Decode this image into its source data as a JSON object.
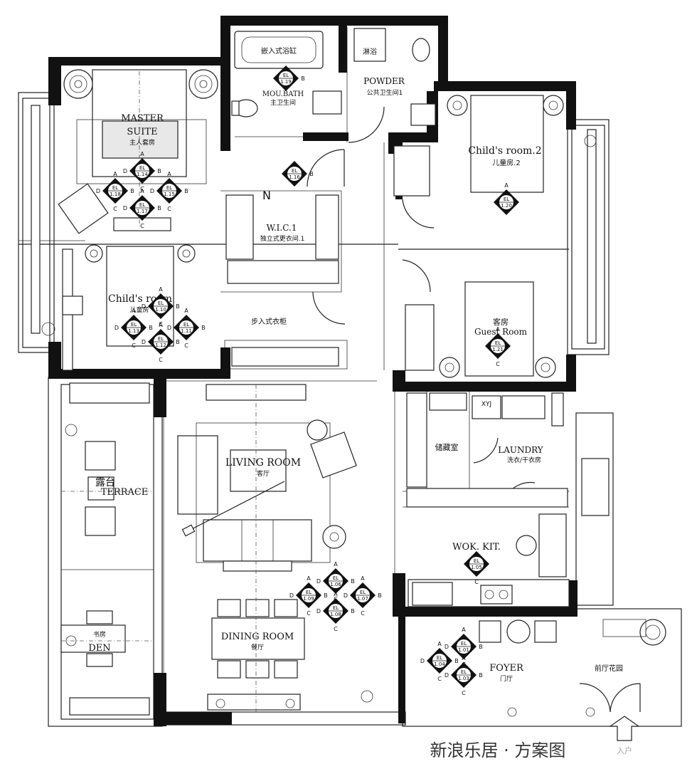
{
  "rooms": [
    {
      "key": "master",
      "en": "MASTER",
      "en2": "SUITE",
      "cn": "主人套房"
    },
    {
      "key": "moubath",
      "en": "MOU.BATH",
      "cn": "主卫生间",
      "fixture": "嵌入式浴缸"
    },
    {
      "key": "powder",
      "en": "POWDER",
      "cn": "公共卫生间1",
      "fixture": "淋浴"
    },
    {
      "key": "child2",
      "en": "Child's room.2",
      "cn": "儿童房.2"
    },
    {
      "key": "wic",
      "en": "W.I.C.1",
      "cn": "独立式更衣间.1",
      "closet": "步入式衣柜"
    },
    {
      "key": "child",
      "en": "Child's room",
      "cn": "儿童房"
    },
    {
      "key": "guest",
      "en": "Guest Room",
      "cn": "客房"
    },
    {
      "key": "storage",
      "cn": "储藏室"
    },
    {
      "key": "laundry",
      "en": "LAUNDRY",
      "cn": "洗衣/干衣房",
      "fixture": "XYJ"
    },
    {
      "key": "terrace",
      "en": "TERRACE",
      "cn": "露台"
    },
    {
      "key": "living",
      "en": "LIVING ROOM",
      "cn": "客厅"
    },
    {
      "key": "wok",
      "en": "WOK. KIT."
    },
    {
      "key": "dining",
      "en": "DINING ROOM",
      "cn": "餐厅"
    },
    {
      "key": "den",
      "en": "DEN",
      "cn": "书房"
    },
    {
      "key": "foyer",
      "en": "FOYER",
      "cn": "门厅"
    },
    {
      "key": "garden",
      "cn": "前厅花园"
    }
  ],
  "entrance": {
    "label": "入户"
  },
  "north_marker": {
    "label": "N"
  },
  "elevation_tag_prefix": "EL",
  "elevation_directions": [
    "A",
    "B",
    "C",
    "D"
  ],
  "elevation_tags": [
    "1.01",
    "1.03",
    "1.04",
    "1.05",
    "1.06",
    "1.07",
    "1.08",
    "1.09",
    "1.10",
    "1.11",
    "1.12",
    "1.13",
    "1.14",
    "1.15",
    "1.16",
    "1.17",
    "1.18",
    "1.19",
    "1.20",
    "1.21"
  ],
  "watermark": {
    "text": "新浪乐居 · 方案图"
  },
  "colors": {
    "line": "#111111",
    "background": "#ffffff",
    "watermark": "#bfc9d6"
  }
}
